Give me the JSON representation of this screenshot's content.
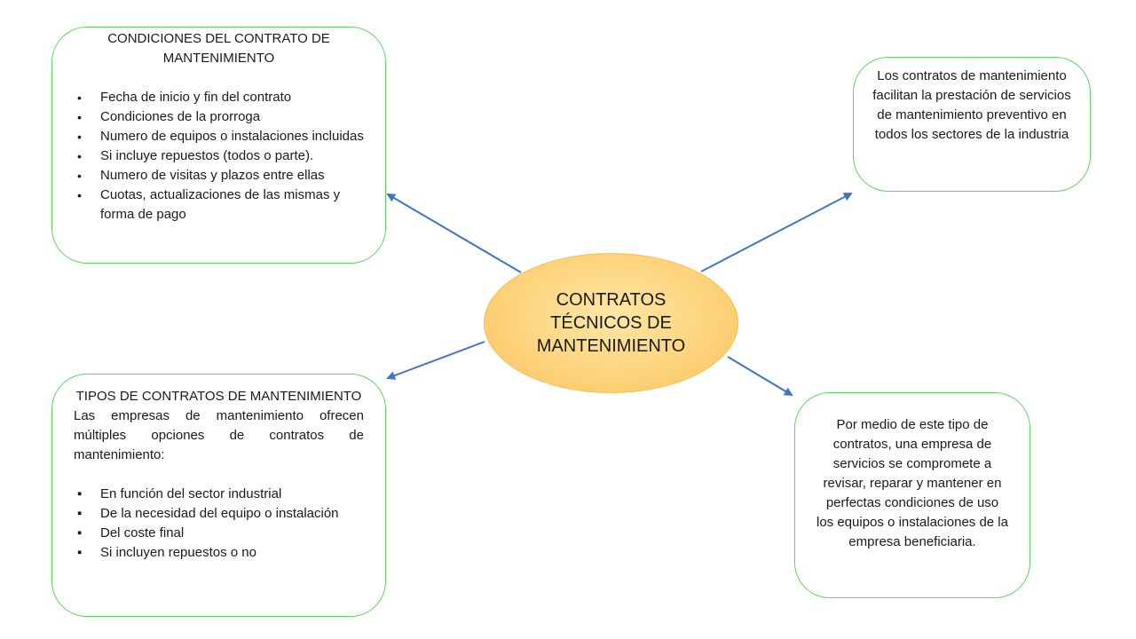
{
  "center": {
    "label": "CONTRATOS TÉCNICOS DE MANTENIMIENTO"
  },
  "conditions": {
    "title": "CONDICIONES DEL CONTRATO DE MANTENIMIENTO",
    "items": [
      "Fecha de inicio y fin del contrato",
      "Condiciones de la prorroga",
      "Numero de equipos o instalaciones incluidas",
      "Si incluye repuestos (todos o parte).",
      "Numero de visitas y plazos entre ellas",
      "Cuotas, actualizaciones de las mismas y forma de pago"
    ]
  },
  "types": {
    "title": "TIPOS DE CONTRATOS DE MANTENIMIENTO",
    "intro": "Las empresas de mantenimiento ofrecen múltiples opciones de contratos de mantenimiento:",
    "items": [
      "En función del sector industrial",
      "De la necesidad del equipo o instalación",
      "Del coste final",
      "Si incluyen repuestos o no"
    ]
  },
  "facilitate": {
    "text": "Los contratos de mantenimiento facilitan la prestación de servicios de mantenimiento preventivo en todos los sectores de la industria"
  },
  "commitment": {
    "text": "Por medio de este tipo de contratos, una empresa de servicios se compromete a revisar, reparar y mantener en perfectas condiciones de uso los equipos o instalaciones de la empresa beneficiaria."
  },
  "colors": {
    "box_border": "#5dd65d",
    "arrow": "#4472c4",
    "ellipse_fill": "#fdd27a",
    "ellipse_border": "#f3bf56"
  }
}
